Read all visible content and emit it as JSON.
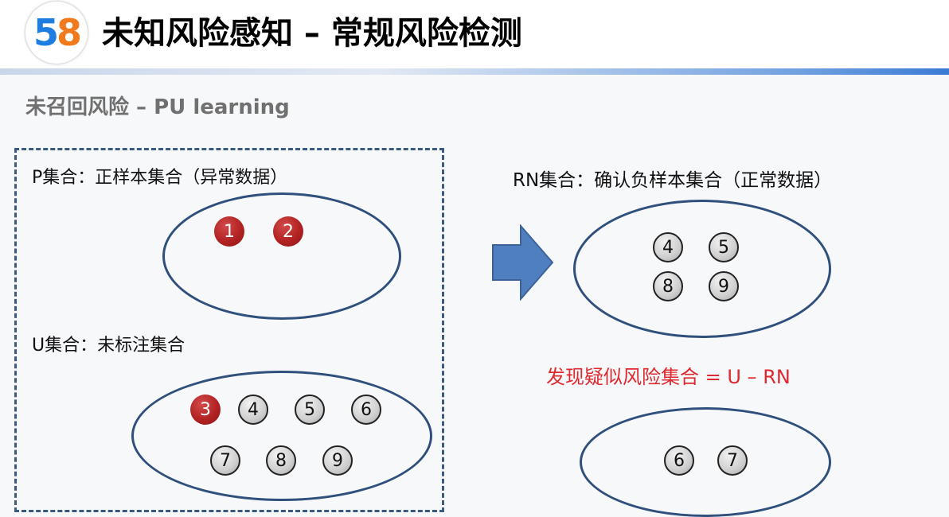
{
  "header": {
    "logo_text": "58",
    "title": "未知风险感知 – 常规风险检测",
    "colors": {
      "title": "#000000",
      "bar": "#3a7bd5"
    }
  },
  "subtitle": "未召回风险 – PU learning",
  "p_set": {
    "label": "P集合：正样本集合（异常数据）",
    "items": [
      "1",
      "2"
    ]
  },
  "u_set": {
    "label": "U集合：未标注集合",
    "items": [
      "3",
      "4",
      "5",
      "6",
      "7",
      "8",
      "9"
    ],
    "highlighted": [
      "3"
    ]
  },
  "rn_set": {
    "label": "RN集合：确认负样本集合（正常数据）",
    "items": [
      "4",
      "5",
      "8",
      "9"
    ]
  },
  "result": {
    "formula": "发现疑似风险集合 = U – RN",
    "items": [
      "6",
      "7"
    ]
  },
  "colors": {
    "positive": "#b22222",
    "ellipse": "#2f4f7c",
    "arrow": "#4f7fbf",
    "formula": "#e0282f"
  },
  "icons": {
    "arrow": "right-arrow-icon",
    "logo": "58-logo-icon"
  }
}
